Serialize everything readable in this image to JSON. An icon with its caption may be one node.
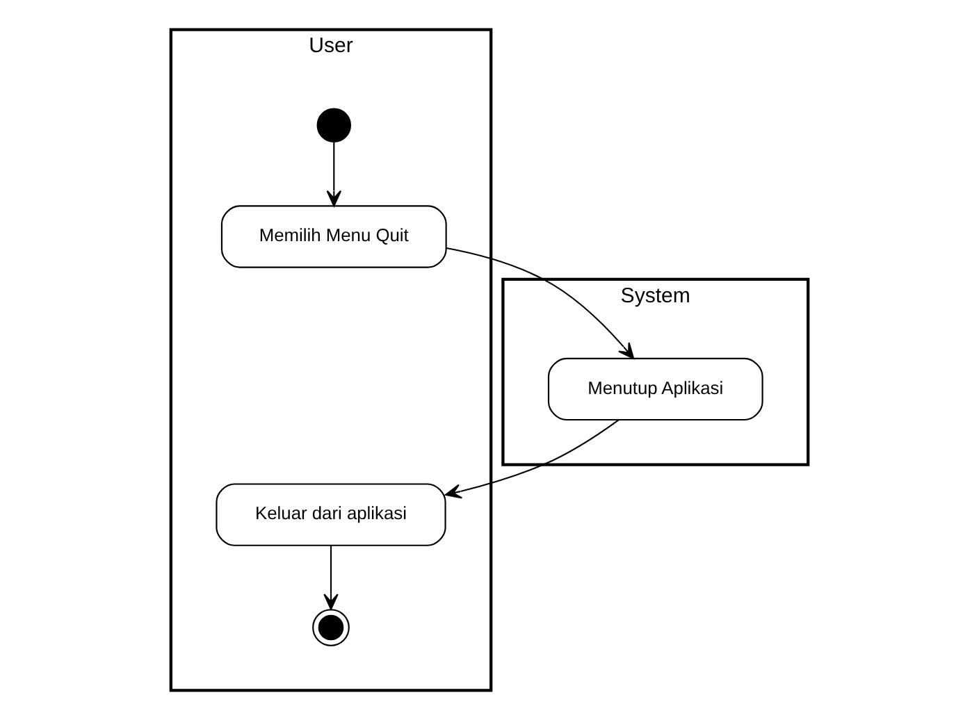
{
  "diagram": {
    "nodes": [
      {
        "text": [
          "User"
        ]
      },
      {
        "text": [
          "System"
        ]
      },
      {
        "text": [],
        "shape": "circle",
        "in": 0
      },
      {
        "text": [
          "Memilih Menu Quit"
        ],
        "in": 0
      },
      {
        "text": [
          "Menutup Aplikasi"
        ],
        "in": 1
      },
      {
        "text": [
          "Keluar dari aplikasi"
        ],
        "in": 0
      },
      {
        "text": [],
        "shape": "circle",
        "in": 0
      }
    ],
    "edges": [
      {
        "from": 2,
        "to": 3,
        "arrow": "to"
      },
      {
        "from": 3,
        "to": 4,
        "arrow": "to"
      },
      {
        "from": 4,
        "to": 5,
        "arrow": "to"
      },
      {
        "from": 5,
        "to": 6,
        "arrow": "to"
      }
    ]
  }
}
